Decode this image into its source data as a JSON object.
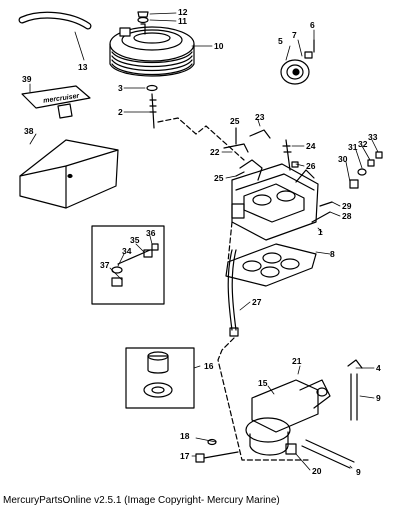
{
  "caption": "MercuryPartsOnline v2.5.1 (Image Copyright- Mercury Marine)",
  "brand_label": "mercruiser",
  "part_numbers": [
    "1",
    "2",
    "3",
    "4",
    "5",
    "6",
    "7",
    "8",
    "9",
    "9",
    "10",
    "11",
    "12",
    "13",
    "15",
    "16",
    "17",
    "18",
    "20",
    "21",
    "22",
    "23",
    "24",
    "25",
    "25",
    "26",
    "27",
    "28",
    "29",
    "30",
    "31",
    "32",
    "33",
    "34",
    "35",
    "36",
    "37",
    "38",
    "39"
  ],
  "colors": {
    "ink": "#000000",
    "background": "#ffffff"
  }
}
